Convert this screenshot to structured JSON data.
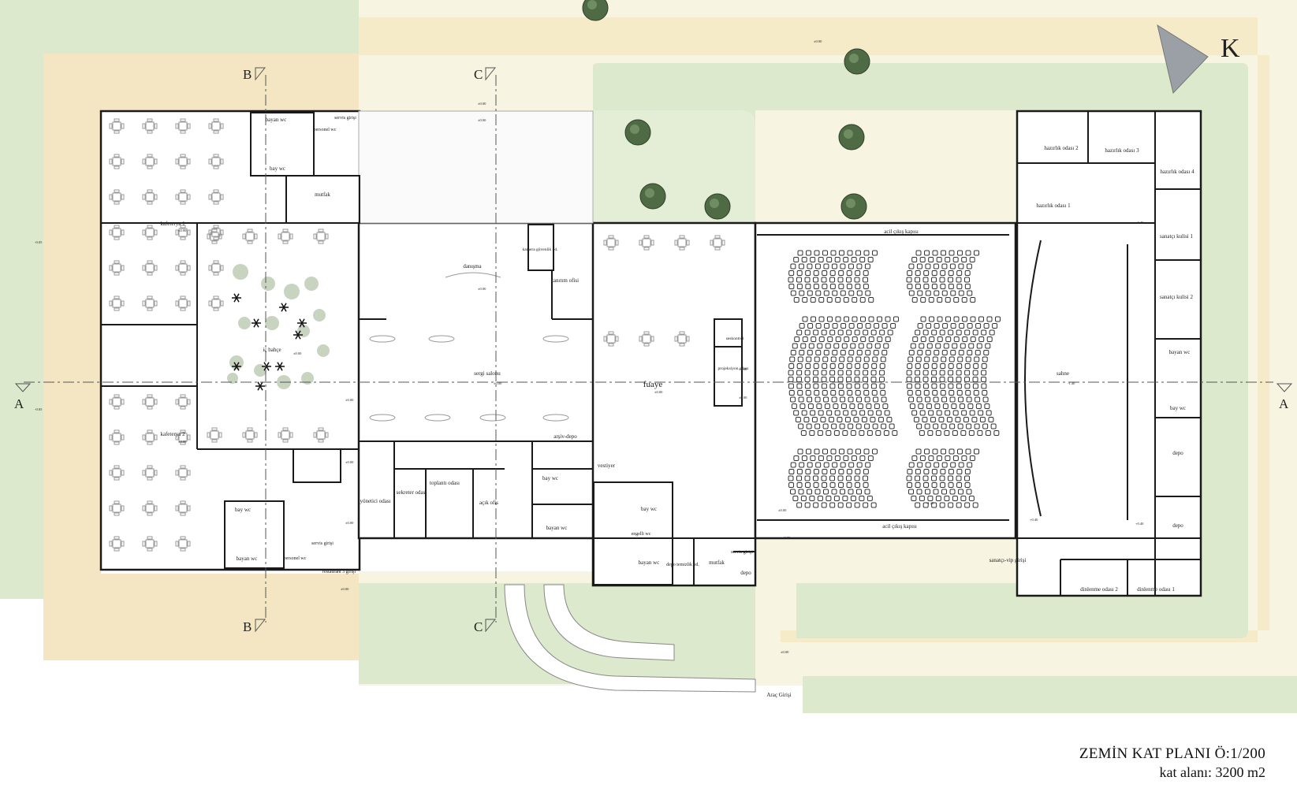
{
  "north_label": "K",
  "section_marks": [
    "A",
    "B",
    "C"
  ],
  "title": {
    "main": "ZEMİN KAT PLANI Ö:1/200",
    "area": "kat alanı: 3200 m2"
  },
  "site_labels": {
    "vehicle_entrance": "Araç Girişi",
    "restaurant_entrance": "restaurant 3 girişi"
  },
  "rooms": {
    "cafeteria_1": "kafeterya 1",
    "cafeteria_2": "kafeterya 2",
    "inner_garden": "iç bahçe",
    "kitchen_1": "mutfak",
    "ladies_wc_1": "bayan wc",
    "mens_wc_1": "bay wc",
    "staff_wc_1": "personel wc",
    "service_entrance_1": "servis girişi",
    "mens_wc_2": "bay wc",
    "ladies_wc_2": "bayan wc",
    "staff_wc_2": "personel wc",
    "service_entrance_2": "servis girişi",
    "information": "danışma",
    "camera_office": "kamera güvenlik od.",
    "promotion_office": "tanıtım ofisi",
    "exhibition_hall": "sergi salonu",
    "manager_room": "yönetici odası",
    "secretary_room": "sekreter odası",
    "meeting_room": "toplantı odası",
    "open_office": "açık ofis",
    "archive_depot": "arşiv-depo",
    "mens_wc_3": "bay wc",
    "ladies_wc_3": "bayan wc",
    "foyer": "fuaye",
    "cloakroom": "vestiyer",
    "mens_wc_4": "bay wc",
    "disabled_wc": "engelli wc",
    "ladies_wc_4": "bayan wc",
    "cleaning_depot": "depo temizlik od.",
    "kitchen_2": "mutfak",
    "depot_small": "depo",
    "service_entrance_3": "servis girişi",
    "sound_control": "seskontrol",
    "projection_room": "projeksiyon odası",
    "emergency_exit_top": "acil çıkış kapısı",
    "emergency_exit_bottom": "acil çıkış kapısı",
    "stage": "sahne",
    "prep_room_1": "hazırlık odası 1",
    "prep_room_2": "hazırlık odası 2",
    "prep_room_3": "hazırlık odası 3",
    "prep_room_4": "hazırlık odası 4",
    "artist_backstage_1": "sanatçı kulisi 1",
    "artist_backstage_2": "sanatçı kulisi 2",
    "ladies_wc_5": "bayan wc",
    "mens_wc_5": "bay wc",
    "depot_1": "depo",
    "depot_2": "depo",
    "artist_vip_entrance": "sanatçı-vip girişi",
    "rest_room_2": "dinlenme odası 2",
    "rest_room_1": "dinlenme odası 1"
  },
  "levels": {
    "l000": "±0.00",
    "l005": "-0.05",
    "l120": "-1.20",
    "l140": "-1.40",
    "l040": "+0.40"
  },
  "colors": {
    "paper": "#ffffff",
    "lawn": "#dde9cc",
    "lawn_light": "#e8f0da",
    "paving": "#f6ebc9",
    "paving_warm": "#f4e6c2",
    "plaza": "#f8f4e2",
    "wall": "#1a1a1a",
    "furniture": "#9a9a9a",
    "tree": "#4e6b45",
    "axis": "#555555"
  }
}
